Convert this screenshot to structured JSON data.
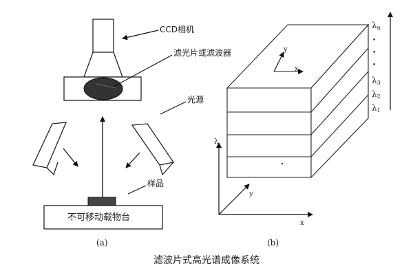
{
  "diagram": {
    "panel_a": {
      "camera_label": "CCD相机",
      "filter_label": "滤光片或滤波器",
      "light_label": "光源",
      "sample_label": "样品",
      "stage_label": "不可移动载物台",
      "panel_label": "(a)"
    },
    "panel_b": {
      "axis_x_top": "x",
      "axis_y_top": "y",
      "axis_lambda": "λ",
      "axis_y": "y",
      "axis_x": "x",
      "bands": [
        {
          "sym": "λ",
          "sub": "n"
        },
        {
          "sym": "λ",
          "sub": "3"
        },
        {
          "sym": "λ",
          "sub": "2"
        },
        {
          "sym": "λ",
          "sub": "1"
        }
      ],
      "dots": [
        "•",
        "•",
        "•"
      ],
      "panel_label": "(b)"
    },
    "caption": "滤波片式高光谱成像系统"
  }
}
